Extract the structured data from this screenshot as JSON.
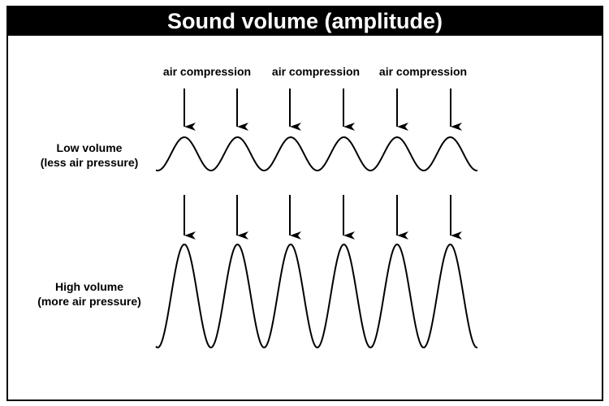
{
  "title": "Sound volume (amplitude)",
  "compression_labels": [
    "air compression",
    "air compression",
    "air compression"
  ],
  "low_volume": {
    "line1": "Low volume",
    "line2": "(less air pressure)"
  },
  "high_volume": {
    "line1": "High volume",
    "line2": "(more air pressure)"
  },
  "colors": {
    "title_background": "#000000",
    "title_text": "#ffffff",
    "lines": "#000000"
  }
}
